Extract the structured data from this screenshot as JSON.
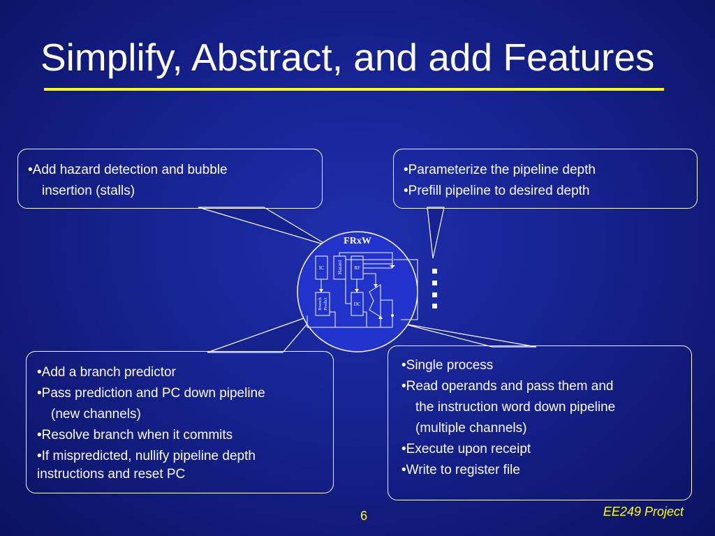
{
  "slide": {
    "title": "Simplify, Abstract, and add Features",
    "page_number": "6",
    "footer": "EE249 Project",
    "colors": {
      "background": "#16228f",
      "title_rule": "#ffff00",
      "diagram_fill": "#2233cc",
      "footer_text": "#ffff00"
    }
  },
  "callouts": {
    "top_left": {
      "items": [
        {
          "bullet": "•",
          "first": "Add hazard detection and bubble",
          "rest": "insertion (stalls)"
        }
      ]
    },
    "top_right": {
      "items": [
        {
          "bullet": "•",
          "first": "Parameterize the pipeline depth"
        },
        {
          "bullet": "•",
          "first": "Prefill pipeline to desired depth"
        }
      ]
    },
    "bottom_left": {
      "items": [
        {
          "bullet": "•",
          "first": "Add a branch predictor"
        },
        {
          "bullet": "•",
          "first": "Pass prediction and PC down pipeline",
          "rest": "(new channels)"
        },
        {
          "bullet": "•",
          "first": "Resolve branch when it commits"
        },
        {
          "bullet": "•",
          "first": "If mispredicted, nullify pipeline depth",
          "tail": "instructions and reset PC"
        }
      ]
    },
    "bottom_right": {
      "items": [
        {
          "bullet": "•",
          "first": "Single process"
        },
        {
          "bullet": "•",
          "first": "Read operands and pass them and",
          "rest": "the instruction word down pipeline",
          "rest2": "(multiple channels)"
        },
        {
          "bullet": "•",
          "first": "Execute upon receipt"
        },
        {
          "bullet": "•",
          "first": "Write to register file"
        }
      ]
    }
  },
  "diagram": {
    "label": "FRxW",
    "blocks": {
      "ic": "IC",
      "hazard": "Hazard",
      "rf": "RF",
      "branch_predict_line1": "Branch",
      "branch_predict_line2": "Predict",
      "dc": "DC"
    }
  }
}
